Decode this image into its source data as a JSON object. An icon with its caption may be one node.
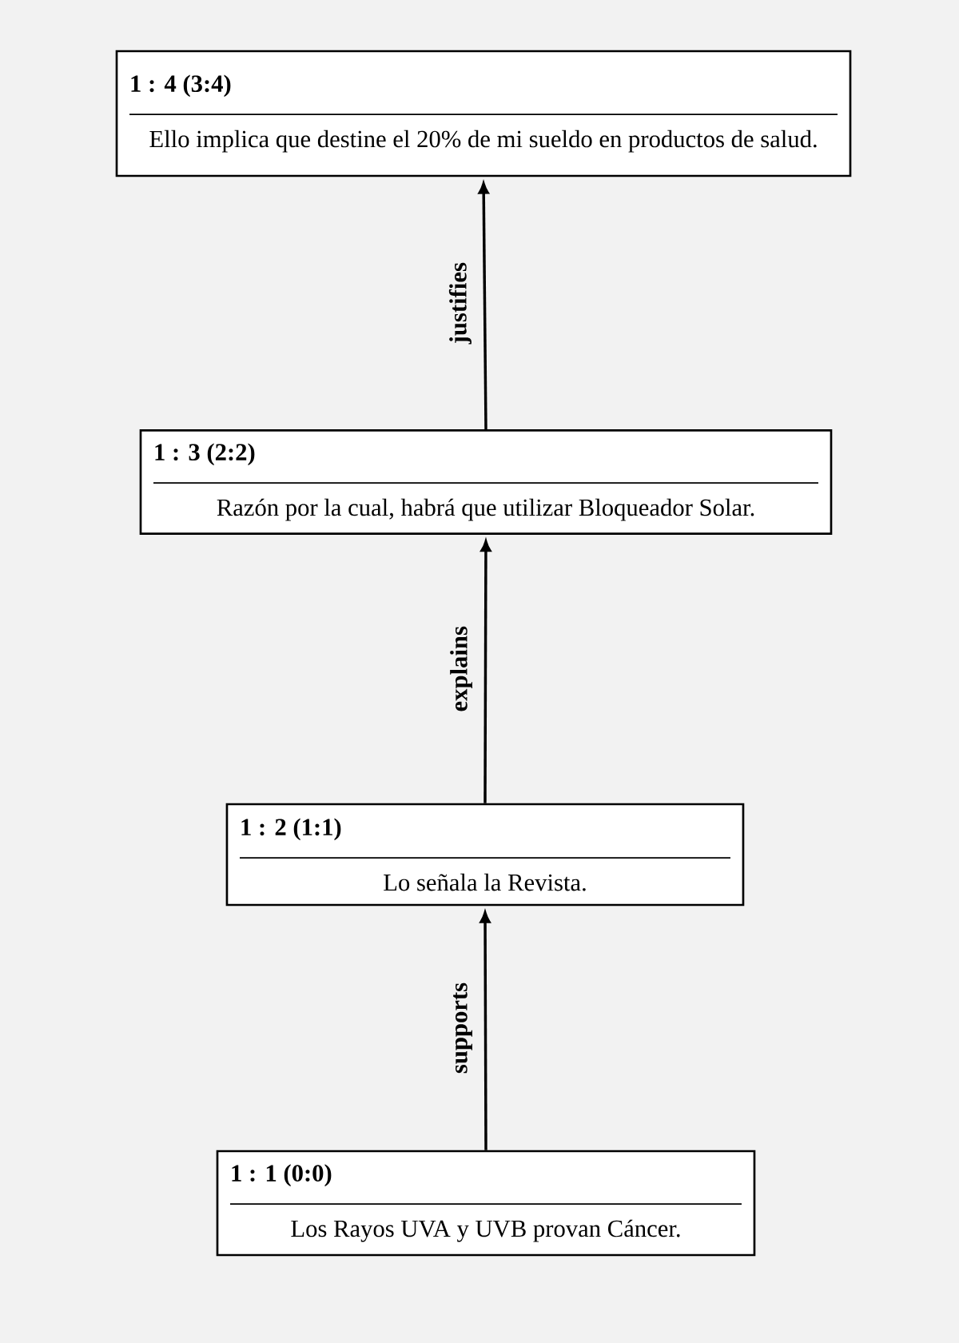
{
  "diagram": {
    "nodes": [
      {
        "text": [
          "1 : 4 (3:4)",
          "Ello implica que destine el 20% de mi sueldo en productos de salud."
        ]
      },
      {
        "text": [
          "1 : 3 (2:2)",
          "Razón por la cual, habrá que utilizar Bloqueador Solar."
        ]
      },
      {
        "text": [
          "1 : 2 (1:1)",
          "Lo señala la Revista."
        ]
      },
      {
        "text": [
          "1 : 1 (0:0)",
          "Los Rayos UVA y UVB provan Cáncer."
        ]
      }
    ],
    "edges": [
      {
        "from": 1,
        "to": 0,
        "arrow": "to",
        "label": "justifies"
      },
      {
        "from": 2,
        "to": 1,
        "arrow": "to",
        "label": "explains"
      },
      {
        "from": 3,
        "to": 2,
        "arrow": "to",
        "label": "supports"
      }
    ]
  }
}
